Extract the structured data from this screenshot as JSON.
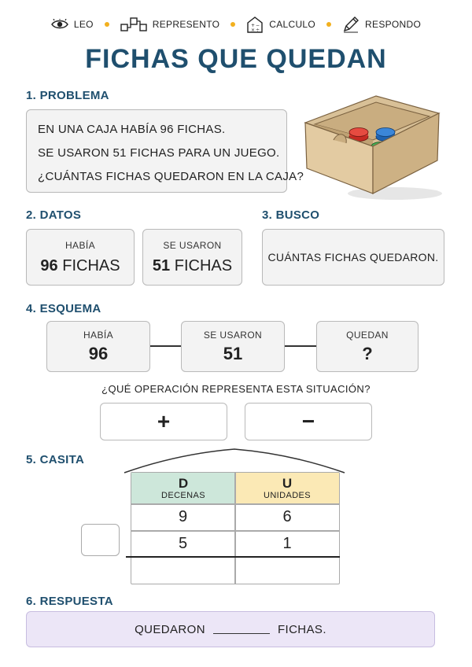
{
  "steps": [
    {
      "label": "LEO",
      "icon": "eye-icon"
    },
    {
      "label": "REPRESENTO",
      "icon": "diagram-icon"
    },
    {
      "label": "CALCULO",
      "icon": "calculator-house-icon"
    },
    {
      "label": "RESPONDO",
      "icon": "pencil-icon"
    }
  ],
  "title": "FICHAS QUE QUEDAN",
  "sections": {
    "problema": "1. PROBLEMA",
    "datos": "2. DATOS",
    "busco": "3. BUSCO",
    "esquema": "4. ESQUEMA",
    "casita": "5. CASITA",
    "respuesta": "6. RESPUESTA"
  },
  "problem": {
    "lines": [
      "EN UNA CAJA HABÍA 96 FICHAS.",
      "SE USARON 51 FICHAS PARA UN JUEGO.",
      "¿CUÁNTAS FICHAS QUEDARON EN LA CAJA?"
    ]
  },
  "datos": [
    {
      "label": "HABÍA",
      "number": "96",
      "unit": "FICHAS"
    },
    {
      "label": "SE USARON",
      "number": "51",
      "unit": "FICHAS"
    }
  ],
  "busco": "CUÁNTAS FICHAS QUEDARON.",
  "esquema": [
    {
      "label": "HABÍA",
      "value": "96"
    },
    {
      "label": "SE USARON",
      "value": "51"
    },
    {
      "label": "QUEDAN",
      "value": "?"
    }
  ],
  "question": "¿QUÉ OPERACIÓN REPRESENTA ESTA SITUACIÓN?",
  "operations": [
    "+",
    "−"
  ],
  "casita": {
    "headers": [
      {
        "letter": "D",
        "word": "DECENAS",
        "color": "#cde7da"
      },
      {
        "letter": "U",
        "word": "UNIDADES",
        "color": "#fbe9b5"
      }
    ],
    "rows": [
      [
        "9",
        "6"
      ],
      [
        "5",
        "1"
      ],
      [
        "",
        ""
      ]
    ]
  },
  "answer": {
    "before": "QUEDARON",
    "after": "FICHAS."
  },
  "colors": {
    "title": "#1f4f6e",
    "dot": "#f2b01e",
    "answer_bg": "#ece6f7"
  }
}
